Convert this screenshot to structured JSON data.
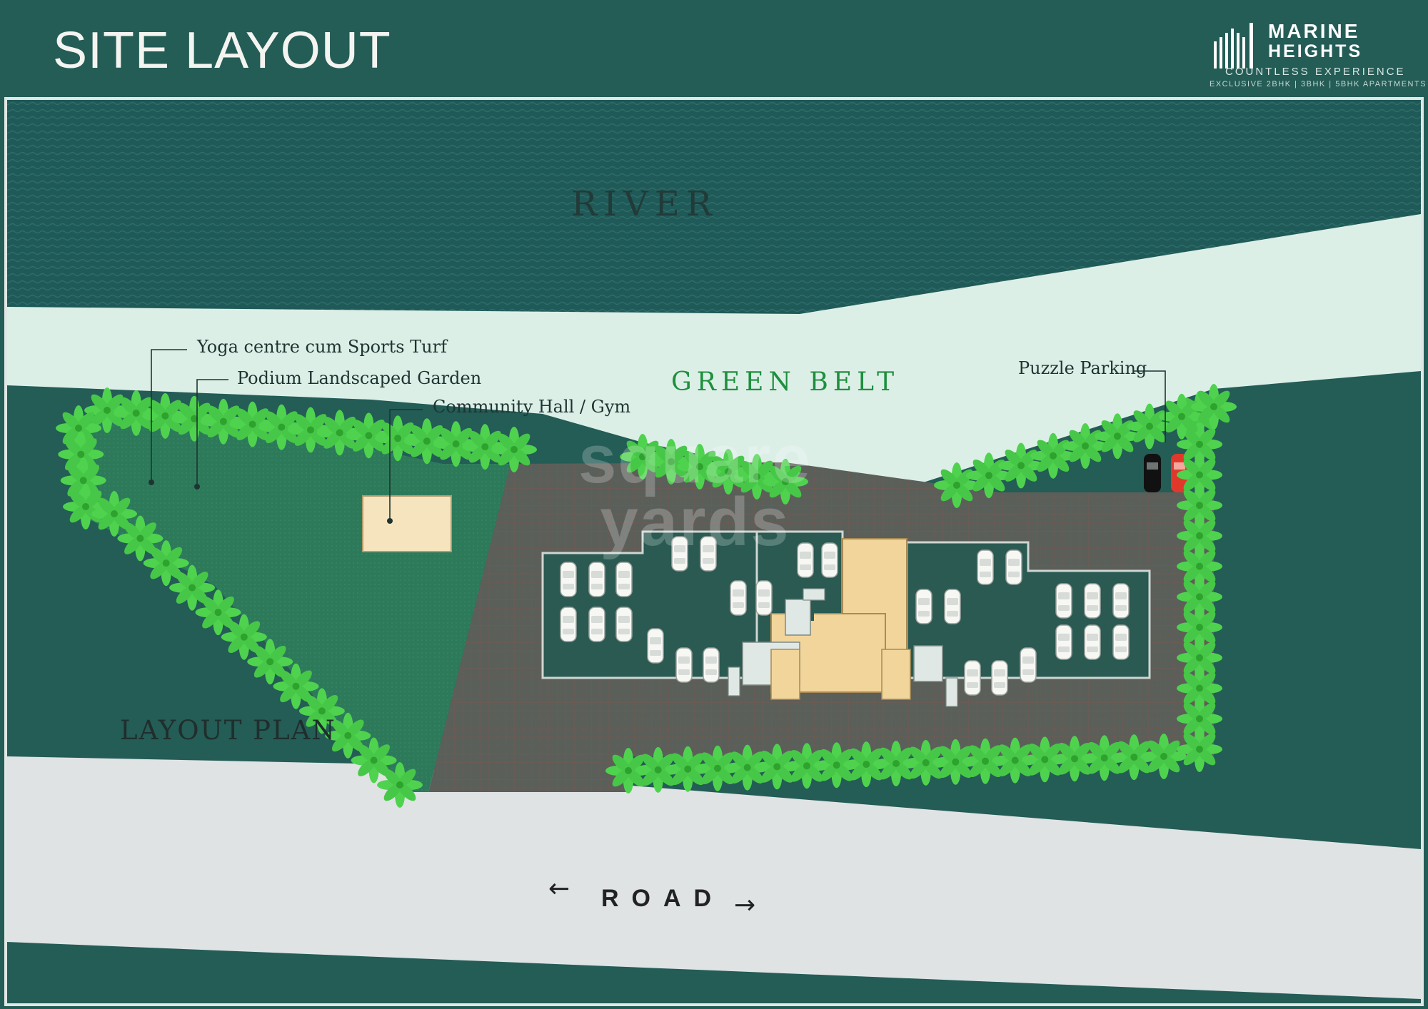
{
  "header": {
    "title": "SITE LAYOUT"
  },
  "brand": {
    "name_line1": "MARINE",
    "name_line2": "HEIGHTS",
    "tagline": "COUNTLESS EXPERIENCE",
    "subline": "EXCLUSIVE 2BHK | 3BHK | 5BHK APARTMENTS"
  },
  "zones": {
    "river": "RIVER",
    "green_belt": "GREEN BELT",
    "layout_plan": "LAYOUT PLAN",
    "road": "ROAD"
  },
  "callouts": {
    "yoga": "Yoga centre cum Sports Turf",
    "podium": "Podium Landscaped Garden",
    "community": "Community Hall / Gym",
    "parking": "Puzzle Parking"
  },
  "watermark": {
    "line1": "square",
    "line2": "yards"
  },
  "colors": {
    "background": "#245c56",
    "river": "#1f5a58",
    "green_belt": "#dcefe7",
    "garden": "#2d7a5b",
    "paving": "#5b5f5a",
    "road": "#dfe3e4",
    "palm": "#4fd34f",
    "hall": "#f6e4bf",
    "core": "#f2d59a",
    "car_black": "#111111",
    "car_red": "#e0392c"
  }
}
